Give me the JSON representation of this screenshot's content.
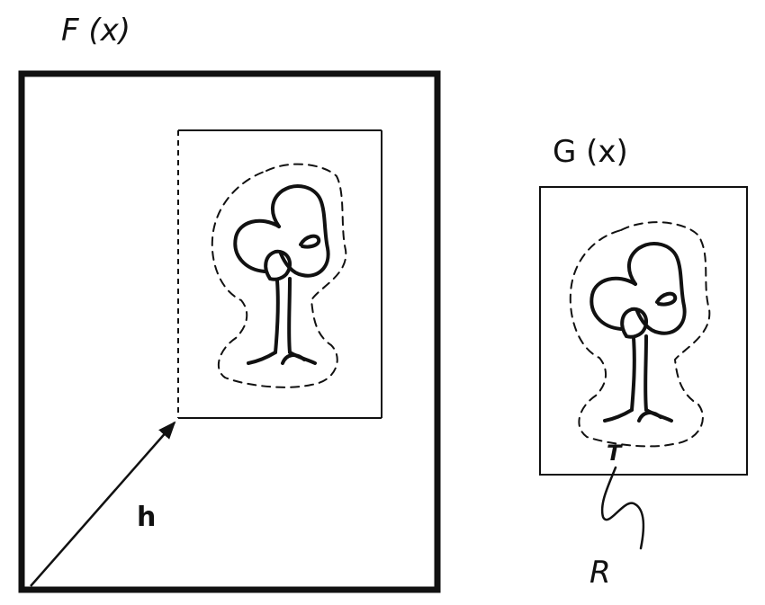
{
  "labels": {
    "f_title": "F (x)",
    "g_title": "G (x)",
    "vector_label": "h",
    "region_label": "R",
    "point_label": "T"
  },
  "colors": {
    "ink": "#111111",
    "background": "#ffffff"
  },
  "icons": {
    "tree": "tree-sketch-icon"
  }
}
